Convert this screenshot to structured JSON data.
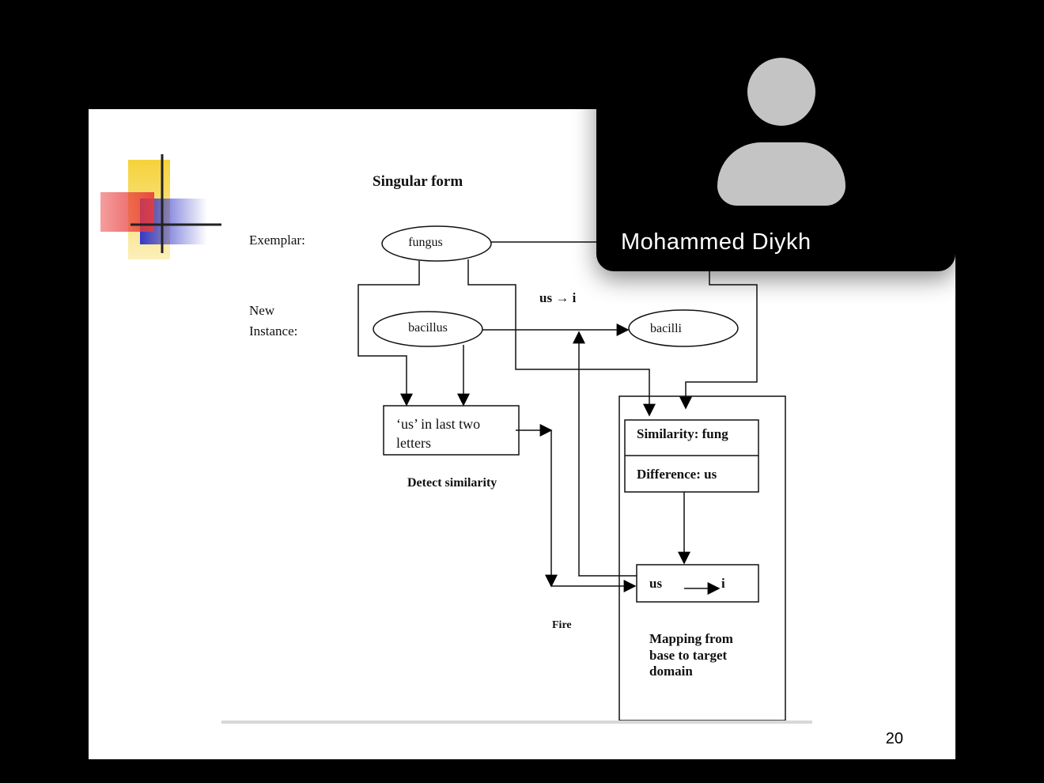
{
  "slide": {
    "page_number": "20",
    "diagram": {
      "title": "Singular form",
      "exemplar_label": "Exemplar:",
      "new_instance_label_line1": "New",
      "new_instance_label_line2": "Instance:",
      "exemplar_node": "fungus",
      "instance_node": "bacillus",
      "output_node": "bacilli",
      "rule_label": "us →  i",
      "condition_box_line1": "‘us’ in last two",
      "condition_box_line2": "letters",
      "detect_caption": "Detect similarity",
      "similarity_label": "Similarity: fung",
      "difference_label": "Difference: us",
      "mapping_from": "us",
      "mapping_to": "i",
      "fire_label": "Fire",
      "mapping_caption_line1": "Mapping  from",
      "mapping_caption_line2": "base to target",
      "mapping_caption_line3": "domain"
    }
  },
  "video_tile": {
    "participant_name": "Mohammed Diykh",
    "avatar_icon": "person-silhouette-icon"
  },
  "colors": {
    "logo_yellow": "#f5d23a",
    "logo_red": "#e83a3a",
    "logo_blue": "#3538c8",
    "avatar_gray": "#c4c4c4"
  }
}
